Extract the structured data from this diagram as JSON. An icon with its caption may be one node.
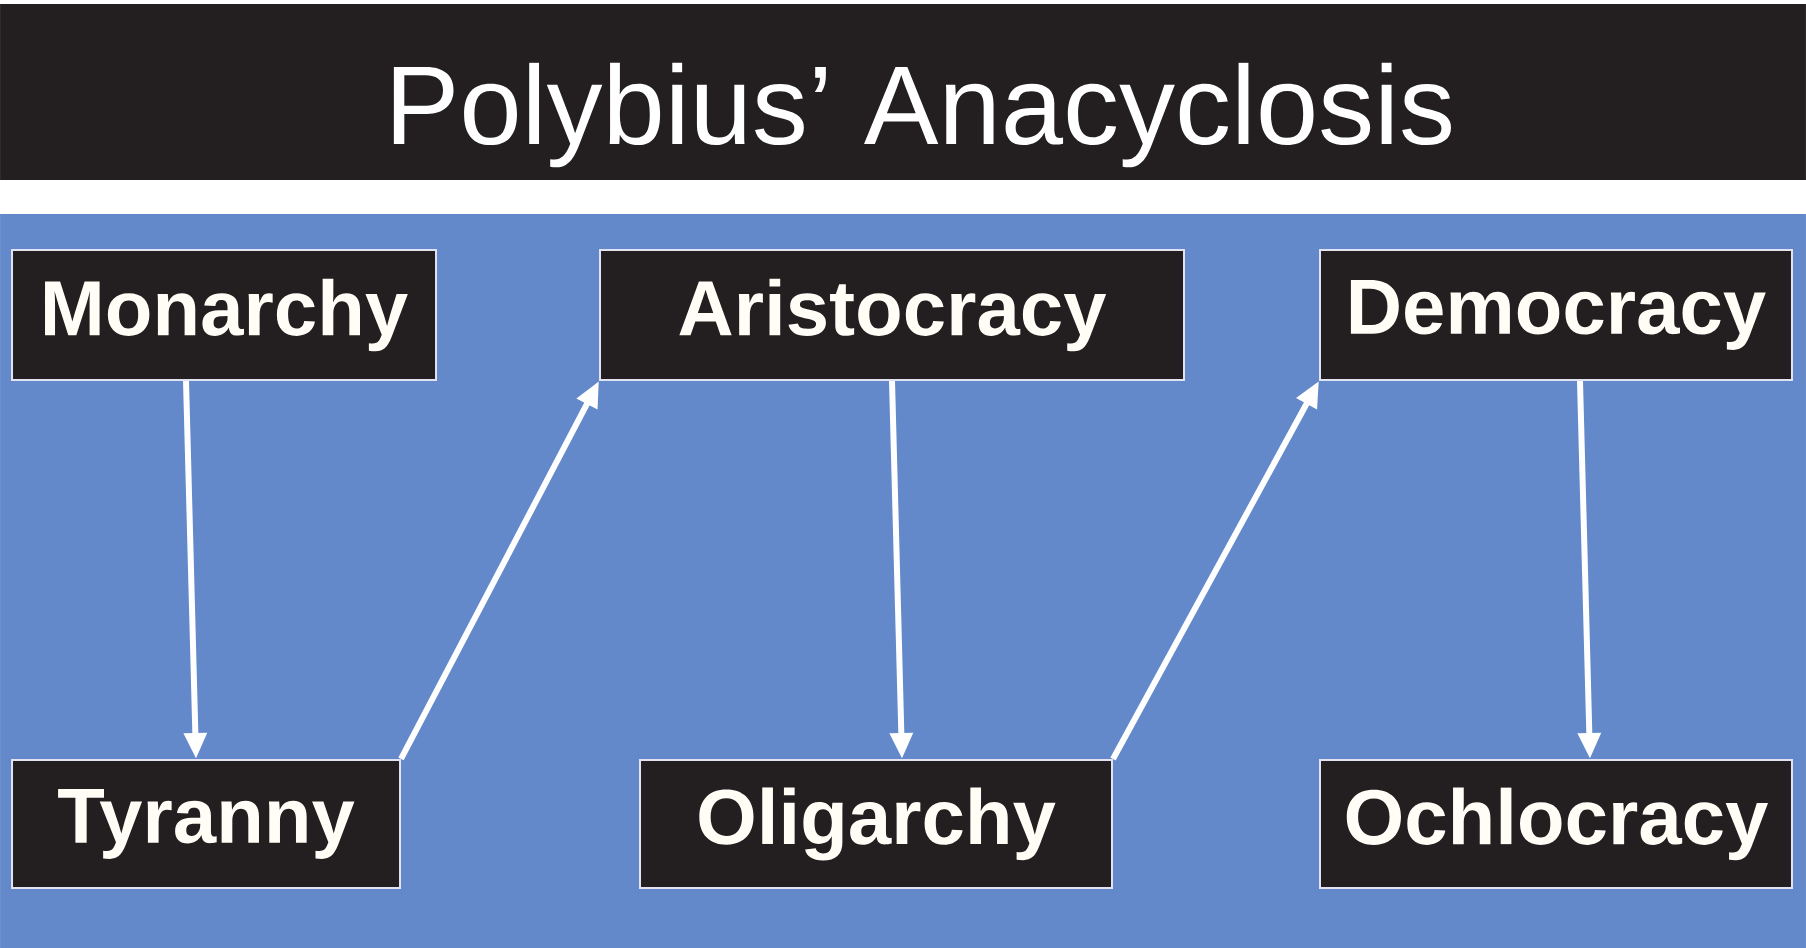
{
  "diagram": {
    "title": "Polybius’ Anacyclosis",
    "nodes": [
      {
        "text": [
          "Monarchy"
        ]
      },
      {
        "text": [
          "Aristocracy"
        ]
      },
      {
        "text": [
          "Democracy"
        ]
      },
      {
        "text": [
          "Tyranny"
        ]
      },
      {
        "text": [
          "Oligarchy"
        ]
      },
      {
        "text": [
          "Ochlocracy"
        ]
      }
    ],
    "edges": [
      {
        "from": 0,
        "to": 3,
        "arrow": "to"
      },
      {
        "from": 3,
        "to": 1,
        "arrow": "to"
      },
      {
        "from": 1,
        "to": 4,
        "arrow": "to"
      },
      {
        "from": 4,
        "to": 2,
        "arrow": "to"
      },
      {
        "from": 2,
        "to": 5,
        "arrow": "to"
      }
    ]
  }
}
